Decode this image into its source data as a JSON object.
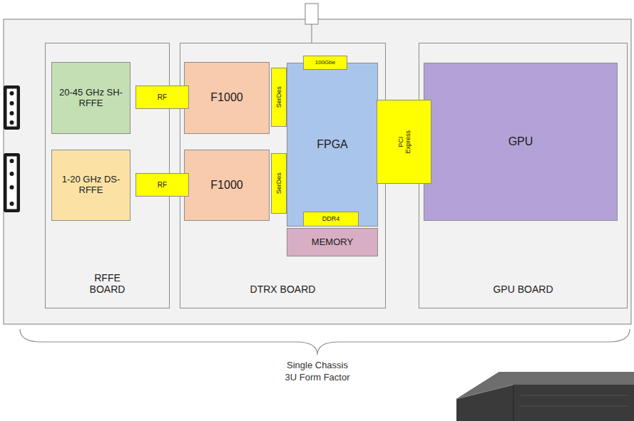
{
  "diagram": {
    "nodes": [
      {
        "text": [
          "RFFE BOARD"
        ]
      },
      {
        "text": [
          "20-45 GHz SH-RFFE"
        ],
        "in": 0
      },
      {
        "text": [
          "1-20 GHz DS-RFFE"
        ],
        "in": 0
      },
      {
        "text": [
          "RF"
        ]
      },
      {
        "text": [
          "RF"
        ]
      },
      {
        "text": [
          "DTRX BOARD"
        ]
      },
      {
        "text": [
          "F1000"
        ],
        "in": 5
      },
      {
        "text": [
          "SerDes"
        ],
        "in": 5
      },
      {
        "text": [
          "F1000"
        ],
        "in": 5
      },
      {
        "text": [
          "SerDes"
        ],
        "in": 5
      },
      {
        "text": [
          "FPGA"
        ],
        "in": 5
      },
      {
        "text": [
          "100Gbe"
        ],
        "in": 5
      },
      {
        "text": [
          "DDR4"
        ],
        "in": 5
      },
      {
        "text": [
          "MEMORY"
        ],
        "in": 5
      },
      {
        "text": [
          "PCI Express"
        ]
      },
      {
        "text": [
          "GPU BOARD"
        ]
      },
      {
        "text": [
          "GPU"
        ],
        "in": 15
      }
    ],
    "labels": [
      "Single Chassis 3U Form Factor"
    ]
  }
}
